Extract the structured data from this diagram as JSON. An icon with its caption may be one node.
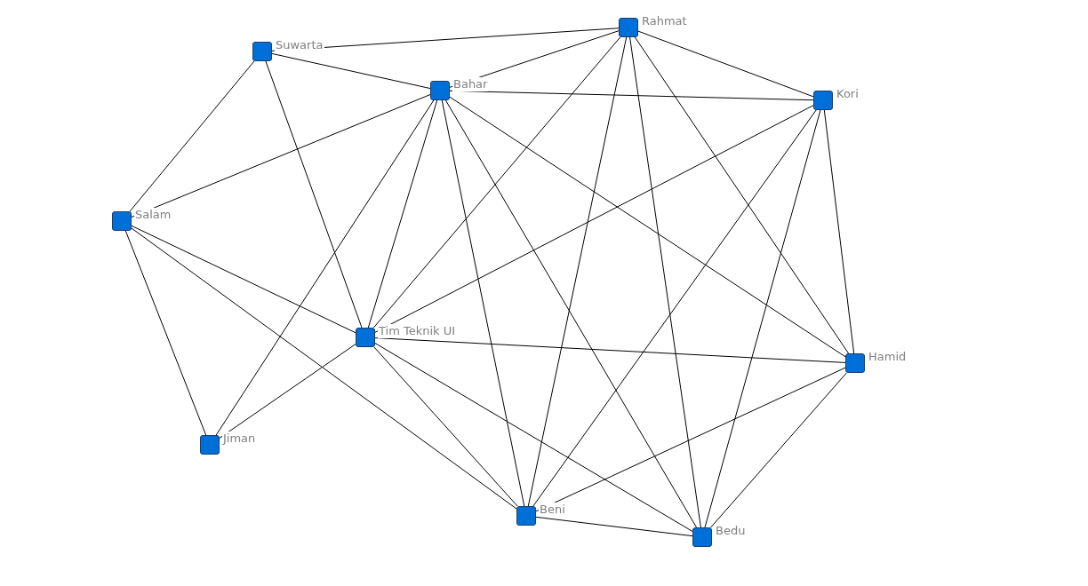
{
  "diagram": {
    "nodes": [
      {
        "text": [
          "Rahmat"
        ]
      },
      {
        "text": [
          "Suwarta"
        ]
      },
      {
        "text": [
          "Bahar"
        ]
      },
      {
        "text": [
          "Kori"
        ]
      },
      {
        "text": [
          "Salam"
        ]
      },
      {
        "text": [
          "Tim Teknik UI"
        ]
      },
      {
        "text": [
          "Hamid"
        ]
      },
      {
        "text": [
          "Jiman"
        ]
      },
      {
        "text": [
          "Beni"
        ]
      },
      {
        "text": [
          "Bedu"
        ]
      }
    ],
    "edges": [
      {
        "from": 1,
        "to": 0,
        "arrow": "none"
      },
      {
        "from": 1,
        "to": 2,
        "arrow": "none"
      },
      {
        "from": 1,
        "to": 4,
        "arrow": "none"
      },
      {
        "from": 1,
        "to": 5,
        "arrow": "none"
      },
      {
        "from": 2,
        "to": 0,
        "arrow": "none"
      },
      {
        "from": 2,
        "to": 3,
        "arrow": "none"
      },
      {
        "from": 2,
        "to": 4,
        "arrow": "none"
      },
      {
        "from": 2,
        "to": 5,
        "arrow": "none"
      },
      {
        "from": 2,
        "to": 7,
        "arrow": "none"
      },
      {
        "from": 2,
        "to": 8,
        "arrow": "none"
      },
      {
        "from": 2,
        "to": 9,
        "arrow": "none"
      },
      {
        "from": 2,
        "to": 6,
        "arrow": "none"
      },
      {
        "from": 0,
        "to": 3,
        "arrow": "none"
      },
      {
        "from": 0,
        "to": 5,
        "arrow": "none"
      },
      {
        "from": 0,
        "to": 8,
        "arrow": "none"
      },
      {
        "from": 0,
        "to": 9,
        "arrow": "none"
      },
      {
        "from": 0,
        "to": 6,
        "arrow": "none"
      },
      {
        "from": 3,
        "to": 5,
        "arrow": "none"
      },
      {
        "from": 3,
        "to": 8,
        "arrow": "none"
      },
      {
        "from": 3,
        "to": 9,
        "arrow": "none"
      },
      {
        "from": 3,
        "to": 6,
        "arrow": "none"
      },
      {
        "from": 4,
        "to": 5,
        "arrow": "none"
      },
      {
        "from": 4,
        "to": 7,
        "arrow": "none"
      },
      {
        "from": 4,
        "to": 8,
        "arrow": "none"
      },
      {
        "from": 5,
        "to": 7,
        "arrow": "none"
      },
      {
        "from": 5,
        "to": 6,
        "arrow": "none"
      },
      {
        "from": 5,
        "to": 8,
        "arrow": "none"
      },
      {
        "from": 5,
        "to": 9,
        "arrow": "none"
      },
      {
        "from": 6,
        "to": 8,
        "arrow": "none"
      },
      {
        "from": 6,
        "to": 9,
        "arrow": "none"
      },
      {
        "from": 8,
        "to": 9,
        "arrow": "none"
      }
    ]
  }
}
